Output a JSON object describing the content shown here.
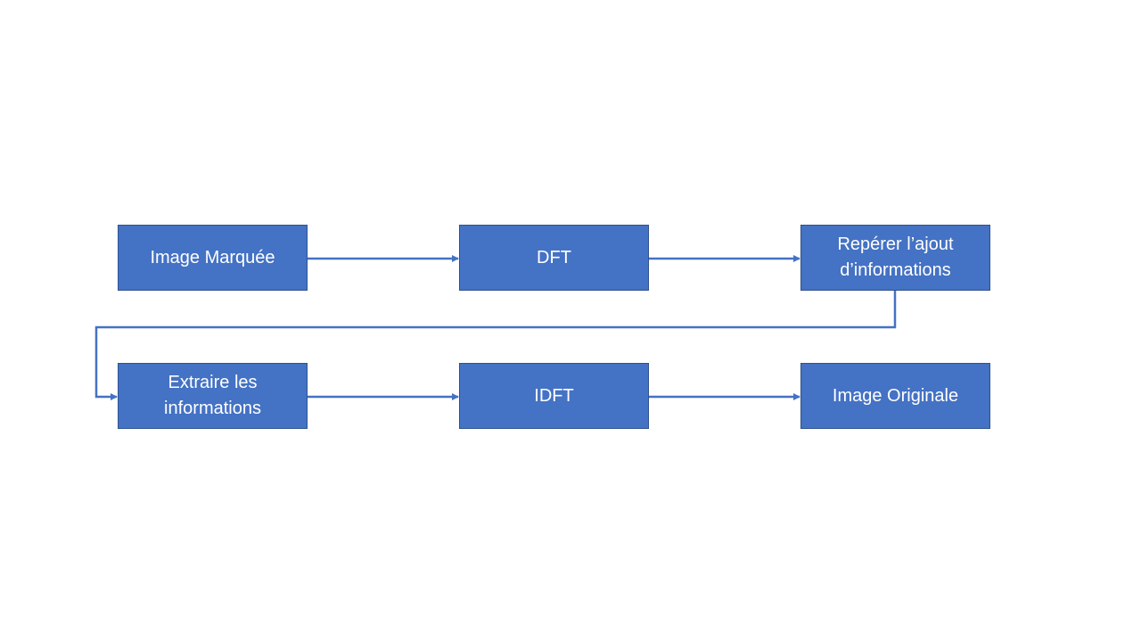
{
  "diagram": {
    "box_fill": "#4472c4",
    "box_border": "#2f528f",
    "connector_color": "#4472c4",
    "text_color": "#ffffff",
    "nodes": [
      {
        "id": "n1",
        "label": "Image Marquée"
      },
      {
        "id": "n2",
        "label": "DFT"
      },
      {
        "id": "n3",
        "label": "Repérer l’ajout\nd’informations"
      },
      {
        "id": "n4",
        "label": "Extraire les\ninformations"
      },
      {
        "id": "n5",
        "label": "IDFT"
      },
      {
        "id": "n6",
        "label": "Image Originale"
      }
    ],
    "edges": [
      {
        "from": "n1",
        "to": "n2"
      },
      {
        "from": "n2",
        "to": "n3"
      },
      {
        "from": "n3",
        "to": "n4"
      },
      {
        "from": "n4",
        "to": "n5"
      },
      {
        "from": "n5",
        "to": "n6"
      }
    ]
  }
}
